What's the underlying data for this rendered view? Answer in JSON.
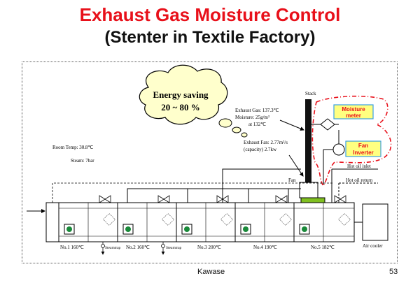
{
  "slide": {
    "title": "Exhaust Gas Moisture Control",
    "subtitle": "(Stenter in Textile Factory)",
    "author": "Kawase",
    "page_number": "53"
  },
  "diagram": {
    "cloud_text_1": "Energy saving",
    "cloud_text_2": "20 ~ 80 %",
    "stack_label": "Stack",
    "exhaust_gas_1": "Exhaust Gas: 137.3℃",
    "exhaust_gas_2": "Moisture: 25g/m³",
    "exhaust_gas_3": "at    132℃",
    "exhaust_fan_1": "Exhaust Fan: 2.77m³/s",
    "exhaust_fan_2": "(capacity)        2.7kw",
    "moisture_meter_1": "Moisture",
    "moisture_meter_2": "meter",
    "fan_inverter_1": "Fan",
    "fan_inverter_2": "Inverter",
    "room_temp": "Room Temp: 30.8℃",
    "steam": "Steam: 7bar",
    "fan_label": "Fan",
    "hot_oil_inlet": "Hot oil inlet",
    "hot_oil_return": "Hot oil return",
    "chamber_1": "No.1 160℃",
    "chamber_2": "No.2 160℃",
    "chamber_3": "No.3 200℃",
    "chamber_4": "No.4 190℃",
    "chamber_5": "No.5 182℃",
    "steamtrap_1": "Steamtrap",
    "steamtrap_2": "Steamtrap",
    "air_cooler": "Air cooler"
  },
  "colors": {
    "title_red": "#e8101a",
    "label_box_fill": "#ffff80",
    "label_box_border": "#3aa0e0",
    "control_loop": "#e8101a",
    "fan_green": "#80c020",
    "chamber_icon_green": "#1a8a3a"
  }
}
